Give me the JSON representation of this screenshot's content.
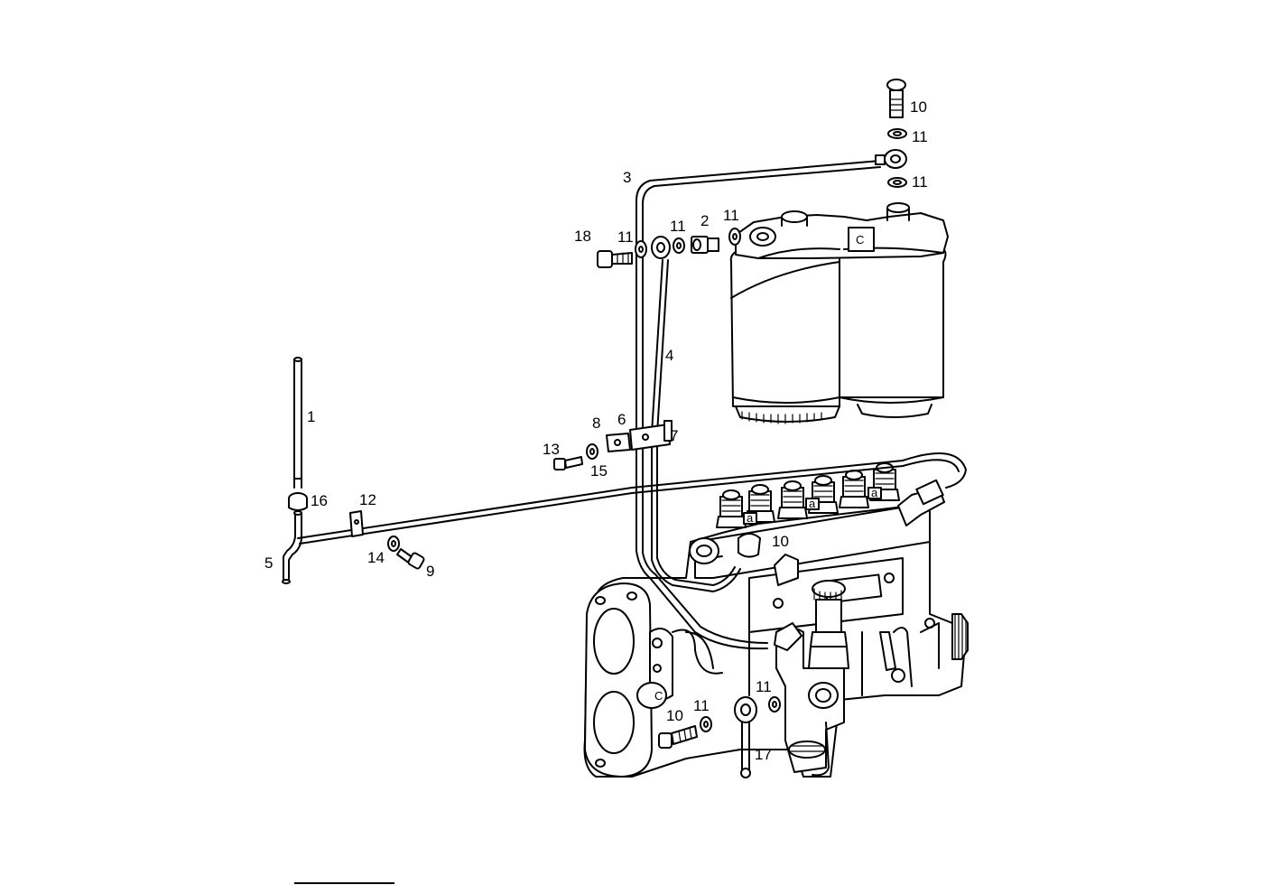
{
  "callouts": {
    "c1": "1",
    "c2": "2",
    "c3": "3",
    "c4": "4",
    "c5": "5",
    "c6": "6",
    "c7": "7",
    "c8": "8",
    "c9": "9",
    "c10_top": "10",
    "c10_pump": "10",
    "c10_bottom": "10",
    "c11_top_a": "11",
    "c11_top_b": "11",
    "c11_left": "11",
    "c11_mid": "11",
    "c11_right": "11",
    "c11_bottom_left": "11",
    "c11_bottom_right": "11",
    "c12": "12",
    "c13": "13",
    "c14": "14",
    "c15": "15",
    "c16": "16",
    "c17": "17",
    "c18": "18"
  },
  "markings": {
    "filter_head": "C",
    "pump_a_left": "a",
    "pump_a_mid": "a",
    "pump_a_right": "a",
    "lever_c": "C"
  }
}
